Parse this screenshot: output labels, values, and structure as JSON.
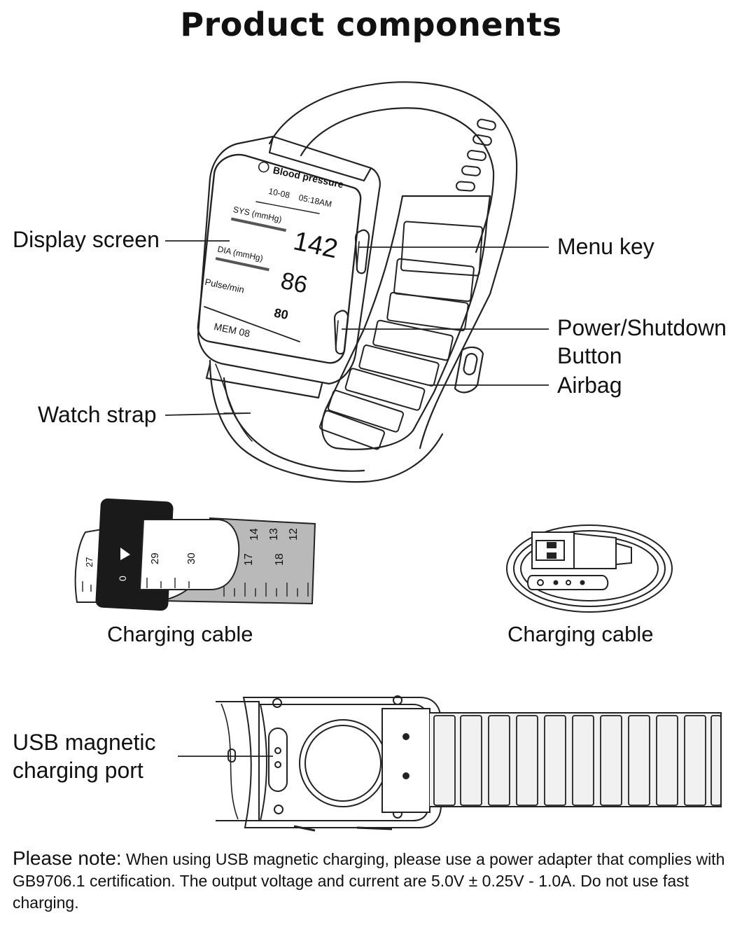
{
  "title": "Product components",
  "watch": {
    "screen": {
      "header": "Blood pressure",
      "date": "10-08",
      "time": "05:18AM",
      "sys_label": "SYS (mmHg)",
      "sys_value": "142",
      "dia_label": "DIA (mmHg)",
      "dia_value": "86",
      "pulse_label": "Pulse/min",
      "pulse_value": "80",
      "memory": "MEM 08"
    },
    "callouts": {
      "display_screen": "Display screen",
      "watch_strap": "Watch strap",
      "menu_key": "Menu key",
      "power_button_line1": "Power/Shutdown",
      "power_button_line2": "Button",
      "airbag": "Airbag"
    }
  },
  "accessories": {
    "left_caption": "Charging cable",
    "right_caption": "Charging cable",
    "tape_numbers": [
      "27",
      "0",
      "29",
      "30",
      "12",
      "13",
      "14",
      "17",
      "18"
    ]
  },
  "back_view": {
    "callout_line1": "USB magnetic",
    "callout_line2": "charging port"
  },
  "note": {
    "lead": "Please note:",
    "text": " When using USB magnetic charging, please use a power adapter that complies with GB9706.1 certification. The output voltage and current are 5.0V ± 0.25V - 1.0A. Do not use fast charging."
  }
}
